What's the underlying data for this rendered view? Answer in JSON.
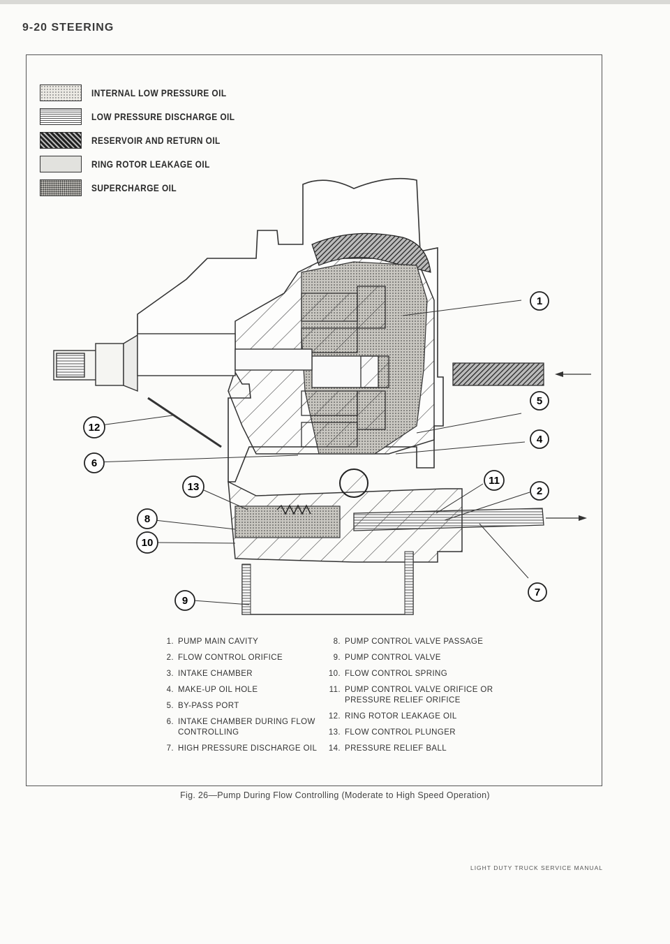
{
  "header": {
    "running_head": "9-20 STEERING"
  },
  "legend": [
    {
      "label": "INTERNAL LOW PRESSURE OIL",
      "pattern": "fine-dots"
    },
    {
      "label": "LOW PRESSURE DISCHARGE OIL",
      "pattern": "horizontal-lines"
    },
    {
      "label": "RESERVOIR AND RETURN OIL",
      "pattern": "diagonal-hatch"
    },
    {
      "label": "RING ROTOR LEAKAGE OIL",
      "pattern": "plain-light"
    },
    {
      "label": "SUPERCHARGE OIL",
      "pattern": "dense-dots"
    }
  ],
  "callouts": [
    "1",
    "2",
    "4",
    "5",
    "6",
    "7",
    "8",
    "9",
    "10",
    "11",
    "12",
    "13"
  ],
  "parts_left": [
    {
      "num": "1.",
      "text": "PUMP MAIN CAVITY"
    },
    {
      "num": "2.",
      "text": "FLOW CONTROL ORIFICE"
    },
    {
      "num": "3.",
      "text": "INTAKE CHAMBER"
    },
    {
      "num": "4.",
      "text": "MAKE-UP OIL HOLE"
    },
    {
      "num": "5.",
      "text": "BY-PASS PORT"
    },
    {
      "num": "6.",
      "text": "INTAKE CHAMBER DURING FLOW CONTROLLING"
    },
    {
      "num": "7.",
      "text": "HIGH PRESSURE DISCHARGE OIL"
    }
  ],
  "parts_right": [
    {
      "num": "8.",
      "text": "PUMP CONTROL VALVE PASSAGE"
    },
    {
      "num": "9.",
      "text": "PUMP CONTROL VALVE"
    },
    {
      "num": "10.",
      "text": "FLOW CONTROL SPRING"
    },
    {
      "num": "11.",
      "text": "PUMP CONTROL VALVE ORIFICE OR PRESSURE RELIEF ORIFICE"
    },
    {
      "num": "12.",
      "text": "RING ROTOR LEAKAGE OIL"
    },
    {
      "num": "13.",
      "text": "FLOW CONTROL PLUNGER"
    },
    {
      "num": "14.",
      "text": "PRESSURE RELIEF BALL"
    }
  ],
  "caption": "Fig. 26—Pump During Flow Controlling (Moderate to High Speed Operation)",
  "footer": "LIGHT DUTY TRUCK SERVICE MANUAL"
}
